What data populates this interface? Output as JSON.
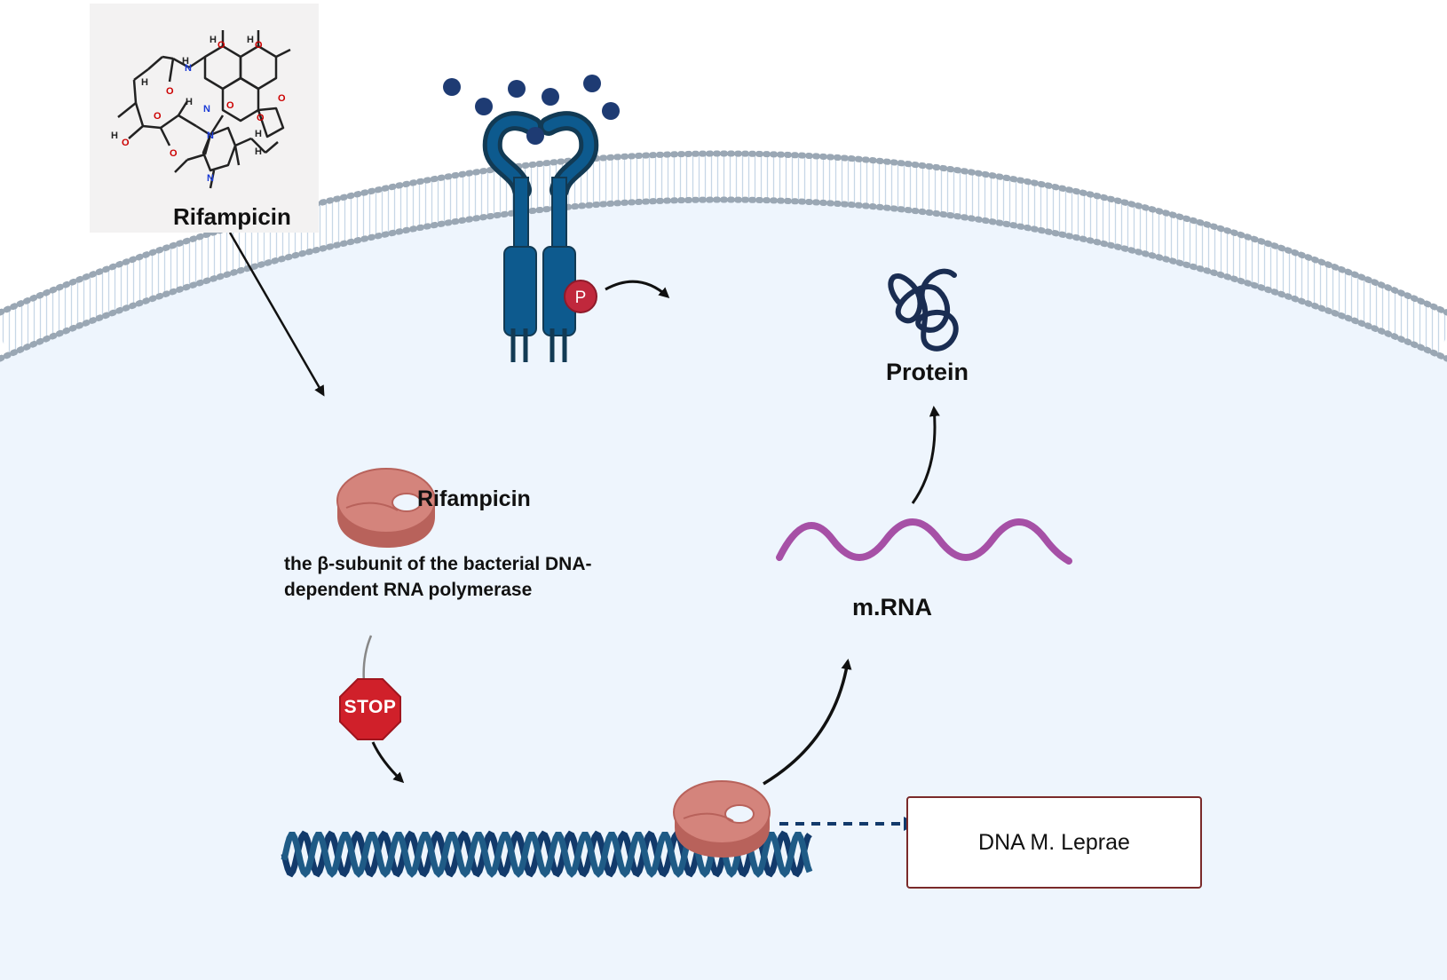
{
  "molecule": {
    "name": "Rifampicin",
    "atom_labels": [
      "H",
      "O",
      "H",
      "O",
      "N",
      "H",
      "H",
      "O",
      "O",
      "O",
      "O",
      "N",
      "N",
      "H",
      "H",
      "H",
      "O",
      "O",
      "O",
      "H",
      "N"
    ]
  },
  "bound_drug_label": "Rifampicin",
  "subunit_label": "the β-subunit of the bacterial DNA-dependent RNA polymerase",
  "stop_sign_text": "STOP",
  "phosphate_label": "P",
  "protein_label": "Protein",
  "mrna_label": "m.RNA",
  "dna_box_label": "DNA M. Leprae",
  "colors": {
    "cell_fill": "#eef5fd",
    "membrane_dots": "#9aa7b4",
    "receptor": "#0d5a8e",
    "receptor_dark": "#123a54",
    "ligand": "#1e3b73",
    "phosphate": "#c0283c",
    "polymerase": "#d4847c",
    "polymerase_dark": "#b8625b",
    "mrna": "#a650a6",
    "dna_strand": "#123a6b",
    "stop_sign": "#d0202a",
    "dna_box_border": "#7a2a2a"
  },
  "icons": [
    "receptor-icon",
    "ligand-dot-icon",
    "phosphate-icon",
    "rna-polymerase-icon",
    "stop-sign-icon",
    "protein-icon",
    "mrna-wave-icon",
    "dna-helix-icon"
  ]
}
